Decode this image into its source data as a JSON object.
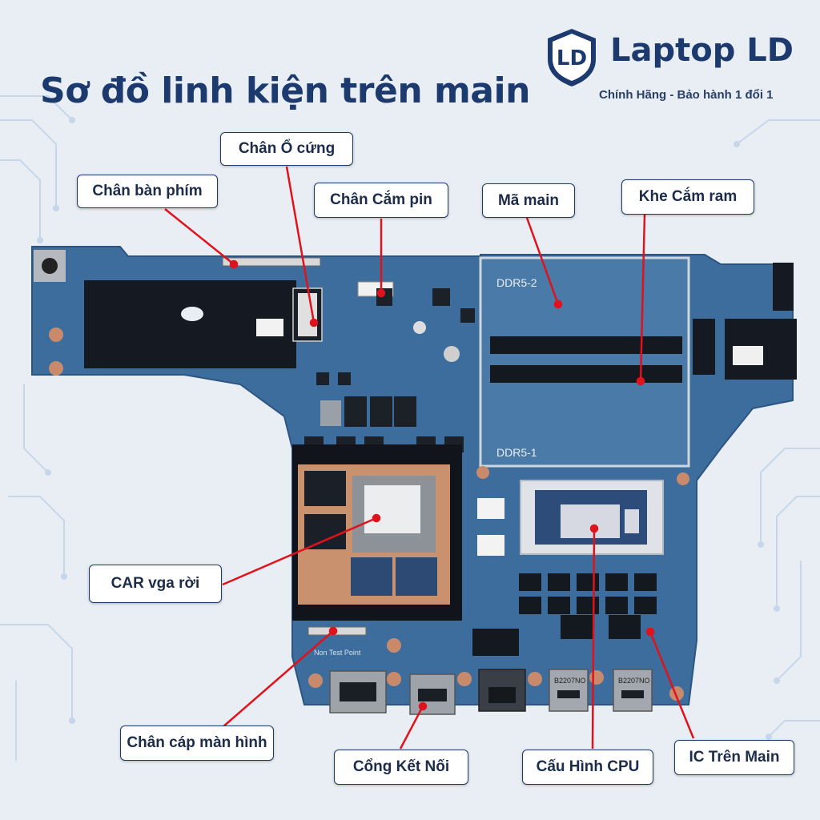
{
  "title": "Sơ đồ linh kiện trên main",
  "brand": {
    "logo_letters": "LD",
    "name": "Laptop LD",
    "tagline": "Chính Hãng - Bảo hành 1 đổi 1"
  },
  "board_labels": {
    "ddr_top": "DDR5-2",
    "ddr_bottom": "DDR5-1",
    "non_test_point": "Non Test Point",
    "chip_top": "B2207NO",
    "chip_bottom": "B2207NO"
  },
  "callouts": [
    {
      "id": "keyboard",
      "label": "Chân bàn phím"
    },
    {
      "id": "hdd",
      "label": "Chân Ổ cứng"
    },
    {
      "id": "battery",
      "label": "Chân Cắm pin"
    },
    {
      "id": "board_code",
      "label": "Mã main"
    },
    {
      "id": "ram_slot",
      "label": "Khe Cắm ram"
    },
    {
      "id": "vga",
      "label": "CAR vga rời"
    },
    {
      "id": "display_cable",
      "label": "Chân cáp màn hình"
    },
    {
      "id": "ports",
      "label": "Cổng Kết Nối"
    },
    {
      "id": "cpu",
      "label": "Cấu Hình CPU"
    },
    {
      "id": "ic",
      "label": "IC Trên Main"
    }
  ],
  "colors": {
    "title": "#1d3a6e",
    "pcb": "#3d6d9c",
    "pointer": "#e0121c"
  }
}
